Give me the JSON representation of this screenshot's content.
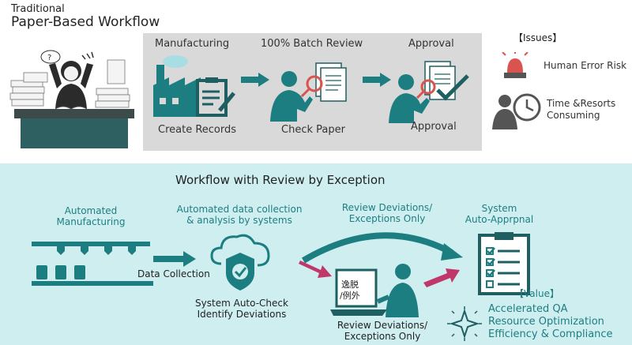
{
  "header": {
    "traditional": "Traditional",
    "title": "Paper-Based Workflow"
  },
  "top_flow": {
    "manufacturing": "Manufacturing",
    "batch_review": "100% Batch Review",
    "approval_top": "Approval",
    "create_records": "Create Records",
    "check_paper": "Check Paper",
    "approval_bottom": "Approval"
  },
  "issues": {
    "heading": "【Issues】",
    "item1": "Human Error Risk",
    "item2_line1": "Time &Resorts",
    "item2_line2": "Consuming"
  },
  "rbe": {
    "title": "Workflow with Review by Exception",
    "automated_line1": "Automated",
    "automated_line2": "Manufacturing",
    "collection_line1": "Automated data collection",
    "collection_line2": "& analysis by systems",
    "deviations_top_line1": "Review Deviations/",
    "deviations_top_line2": "Exceptions Only",
    "auto_approval_line1": "System",
    "auto_approval_line2": "Auto-Apprpnal",
    "data_collection": "Data Collection",
    "autocheck_line1": "System Auto-Check",
    "autocheck_line2": "Identify Deviations",
    "screen_line1": "逸脱",
    "screen_line2": "/例外",
    "deviations_bottom_line1": "Review Deviations/",
    "deviations_bottom_line2": "Exceptions Only"
  },
  "value": {
    "heading": "【Value】",
    "line1": "Accelerated QA",
    "line2": "Resource Optimization",
    "line3": "Efficiency & Compliance"
  },
  "colors": {
    "teal": "#1d7e82",
    "dark_teal": "#1f5f62",
    "pink": "#c0386a",
    "gray_panel": "#d9d9d9",
    "band": "#cfeef0",
    "red": "#d9534f"
  }
}
